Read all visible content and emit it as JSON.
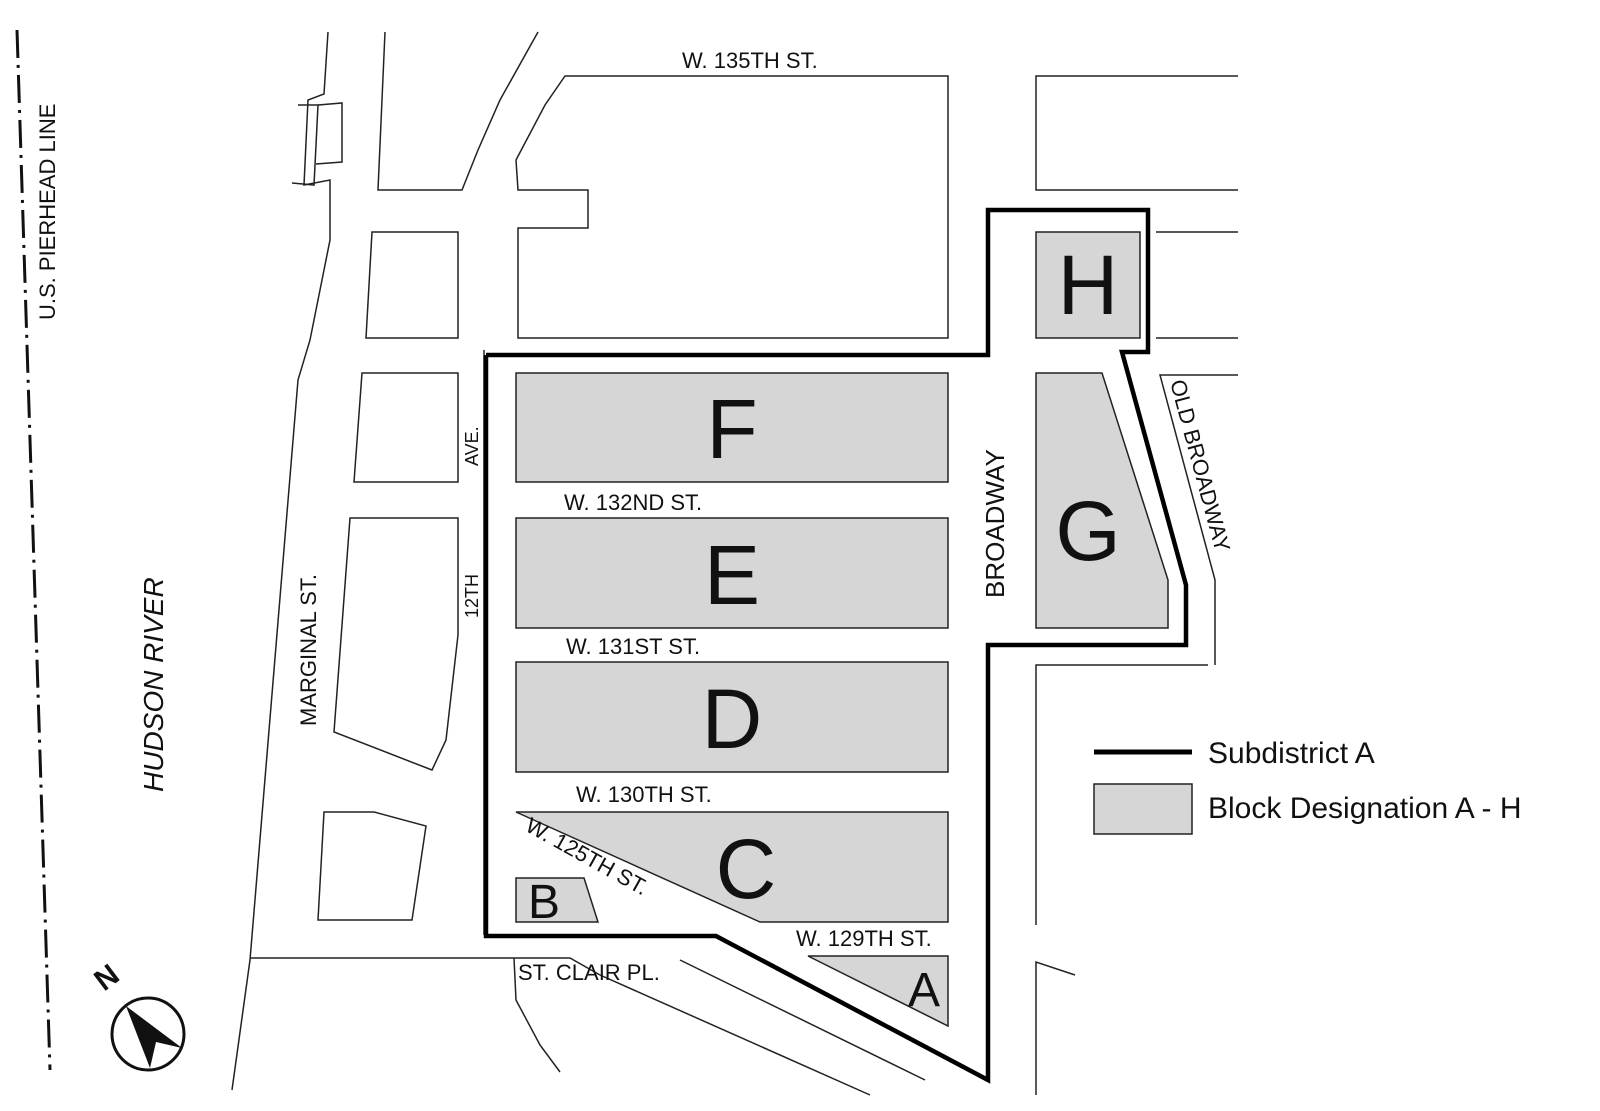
{
  "streets": {
    "w135": "W. 135TH ST.",
    "w132": "W. 132ND  ST.",
    "w131": "W. 131ST  ST.",
    "w130": "W. 130TH  ST.",
    "w129": "W. 129TH ST.",
    "w125": "W. 125TH ST.",
    "st_clair": "ST. CLAIR PL.",
    "broadway": "BROADWAY",
    "old_broadway": "OLD BROADWAY",
    "marginal": "MARGINAL ST.",
    "twelfth_a": "12TH",
    "twelfth_b": "AVE."
  },
  "features": {
    "river": "HUDSON  RIVER",
    "pierhead": "U.S.  PIERHEAD  LINE"
  },
  "blocks": {
    "A": "A",
    "B": "B",
    "C": "C",
    "D": "D",
    "E": "E",
    "F": "F",
    "G": "G",
    "H": "H"
  },
  "compass": {
    "label": "N"
  },
  "legend": {
    "subdistrict_label": "Subdistrict A",
    "block_label": "Block Designation A - H",
    "block_fill": "#d6d6d6",
    "line_color": "#000000"
  }
}
